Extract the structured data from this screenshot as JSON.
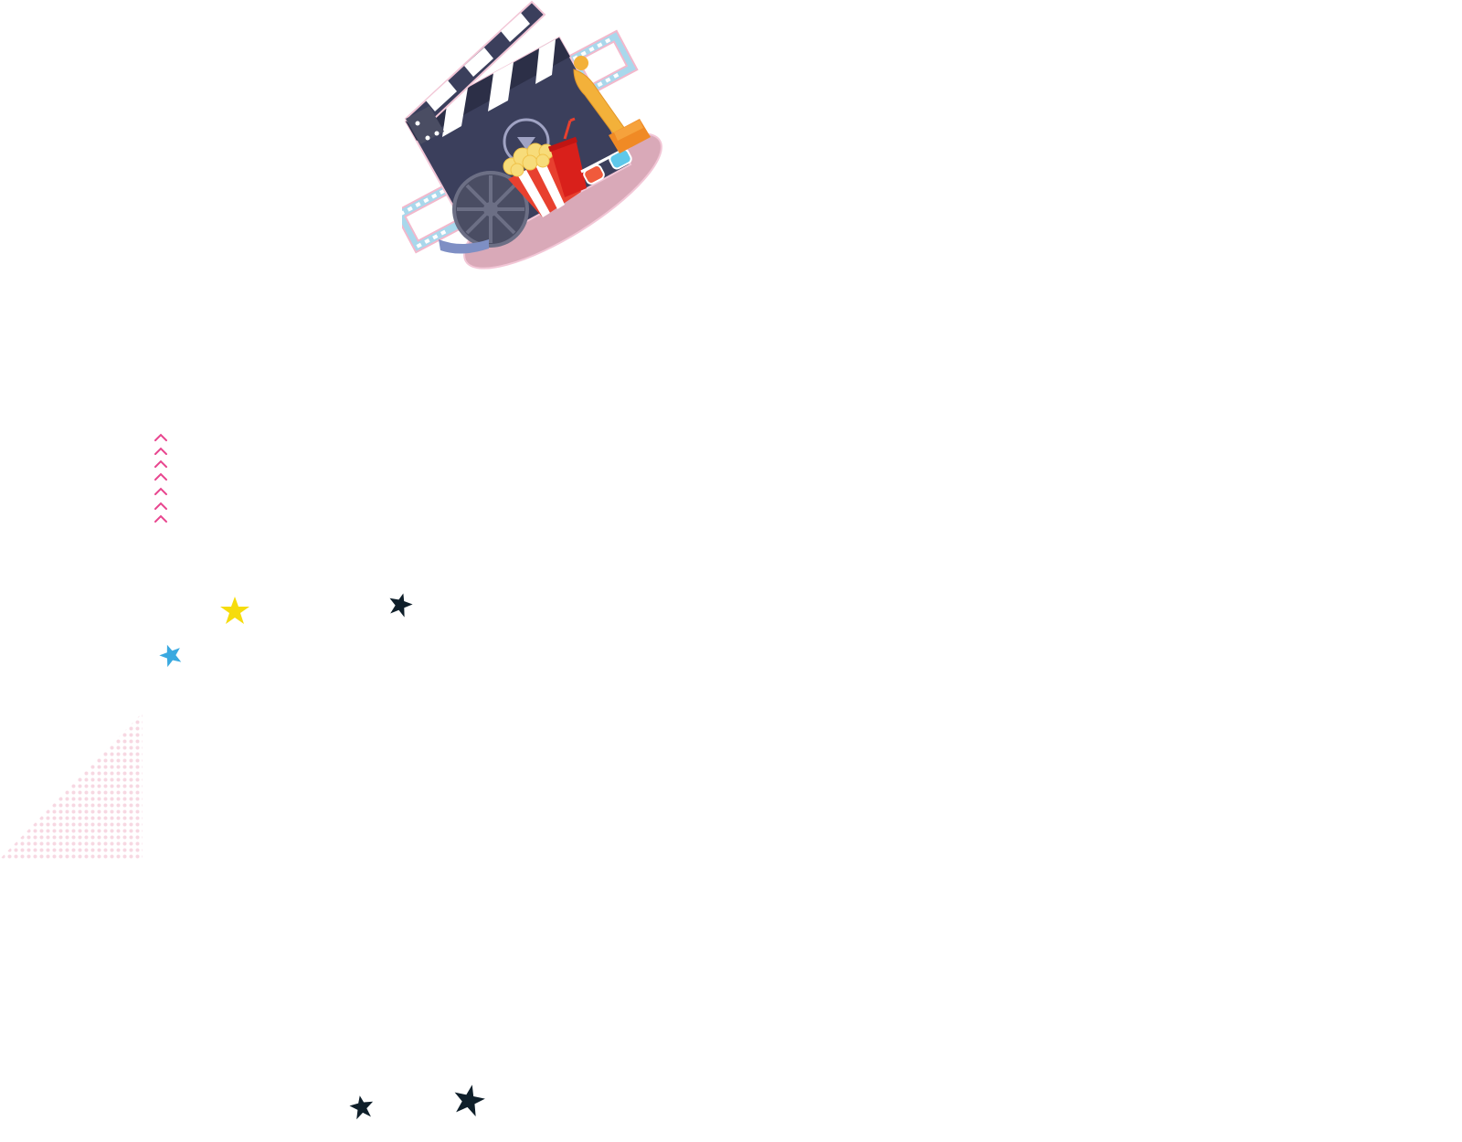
{
  "colors": {
    "background": "#ffffff",
    "clapper_dark": "#3b3f5c",
    "clapper_darker": "#2c2f47",
    "clapper_outline": "#f2c6d6",
    "film_strip": "#a9d8ec",
    "film_strip_outline": "#f2b8cc",
    "shadow": "#d9a9b8",
    "reel": "#4a4d63",
    "reel_light": "#6c6f85",
    "popcorn_red": "#e8402f",
    "popcorn_white": "#ffffff",
    "popcorn_kernel": "#f7dc7a",
    "cup_red": "#d9201b",
    "statue_gold": "#f3b13a",
    "statue_base": "#f08a25",
    "glasses_red": "#f05a3c",
    "glasses_blue": "#5ec8ea",
    "chevron_pink": "#e8468f",
    "dot_pink": "#f4c7d6",
    "star_yellow": "#f6dc0c",
    "star_blue": "#3aa9e0",
    "star_dark": "#0f1f2a"
  },
  "decorations": {
    "illustration": "cinema-clapperboard-illustration",
    "chevron_count": 7,
    "stars": [
      "star-yellow",
      "star-dark",
      "star-blue",
      "star-dark",
      "star-dark"
    ]
  }
}
